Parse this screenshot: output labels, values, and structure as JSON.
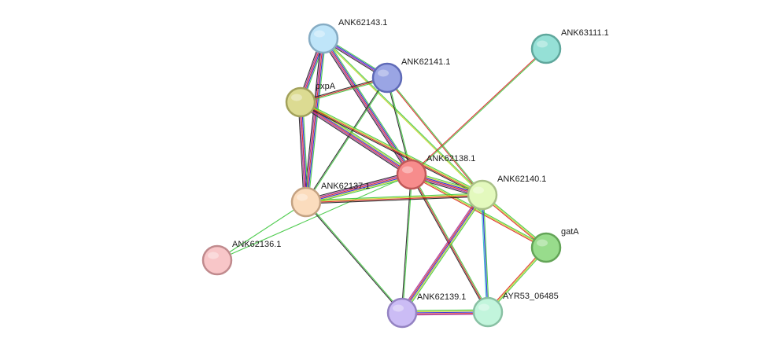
{
  "network": {
    "nodes": [
      {
        "id": "ANK62143.1",
        "label": "ANK62143.1",
        "fill": "#bfe5f9",
        "stroke": "#86acc4"
      },
      {
        "id": "ANK62141.1",
        "label": "ANK62141.1",
        "fill": "#9aa5e4",
        "stroke": "#5f6ab7"
      },
      {
        "id": "ANK63111.1",
        "label": "ANK63111.1",
        "fill": "#95e0d6",
        "stroke": "#5fa79c"
      },
      {
        "id": "pxpA",
        "label": "pxpA",
        "fill": "#dcdb92",
        "stroke": "#a2a15a"
      },
      {
        "id": "ANK62138.1",
        "label": "ANK62138.1",
        "fill": "#f78c8c",
        "stroke": "#c05858"
      },
      {
        "id": "ANK62140.1",
        "label": "ANK62140.1",
        "fill": "#e3f9bd",
        "stroke": "#a9c088"
      },
      {
        "id": "ANK62137.1",
        "label": "ANK62137.1",
        "fill": "#fbdcbd",
        "stroke": "#c4a282"
      },
      {
        "id": "ANK62136.1",
        "label": "ANK62136.1",
        "fill": "#f8c6c8",
        "stroke": "#c08a8d"
      },
      {
        "id": "gatA",
        "label": "gatA",
        "fill": "#98dc8c",
        "stroke": "#63a457"
      },
      {
        "id": "ANK62139.1",
        "label": "ANK62139.1",
        "fill": "#cbbcf5",
        "stroke": "#9483c2"
      },
      {
        "id": "AYR53_06485",
        "label": "AYR53_06485",
        "fill": "#c2f5dc",
        "stroke": "#88c0a3"
      }
    ],
    "edges": [
      {
        "source": "ANK62143.1",
        "target": "pxpA",
        "colors": [
          "#3ec63e",
          "#1e1ed8",
          "#d82020",
          "#a02ca0",
          "#202020"
        ]
      },
      {
        "source": "ANK62143.1",
        "target": "ANK62141.1",
        "colors": [
          "#3ec63e",
          "#1e1ed8",
          "#a02ca0",
          "#202020"
        ]
      },
      {
        "source": "ANK62143.1",
        "target": "ANK62137.1",
        "colors": [
          "#3ec63e",
          "#1e1ed8",
          "#d82020",
          "#a02ca0",
          "#202020"
        ]
      },
      {
        "source": "ANK62143.1",
        "target": "ANK62138.1",
        "colors": [
          "#3ec63e",
          "#1e1ed8",
          "#d82020",
          "#a02ca0",
          "#202020"
        ]
      },
      {
        "source": "ANK62143.1",
        "target": "ANK62140.1",
        "colors": [
          "#3ec63e",
          "#c4d21e"
        ]
      },
      {
        "source": "ANK62141.1",
        "target": "pxpA",
        "colors": [
          "#3ec63e",
          "#d82020",
          "#202020"
        ]
      },
      {
        "source": "ANK62141.1",
        "target": "ANK62137.1",
        "colors": [
          "#3ec63e",
          "#202020"
        ]
      },
      {
        "source": "ANK62141.1",
        "target": "ANK62138.1",
        "colors": [
          "#3ec63e",
          "#202020"
        ]
      },
      {
        "source": "ANK62141.1",
        "target": "ANK62140.1",
        "colors": [
          "#3ec63e",
          "#d82020"
        ]
      },
      {
        "source": "pxpA",
        "target": "ANK62137.1",
        "colors": [
          "#3ec63e",
          "#1e1ed8",
          "#d82020",
          "#a02ca0",
          "#202020"
        ]
      },
      {
        "source": "pxpA",
        "target": "ANK62138.1",
        "colors": [
          "#3ec63e",
          "#c4d21e",
          "#1e1ed8",
          "#d82020",
          "#a02ca0",
          "#202020"
        ]
      },
      {
        "source": "pxpA",
        "target": "ANK62140.1",
        "colors": [
          "#3ec63e",
          "#c4d21e",
          "#d82020",
          "#202020"
        ]
      },
      {
        "source": "ANK63111.1",
        "target": "ANK62138.1",
        "colors": [
          "#3ec63e",
          "#d82020"
        ]
      },
      {
        "source": "ANK62138.1",
        "target": "ANK62137.1",
        "colors": [
          "#3ec63e",
          "#c4d21e",
          "#1e1ed8",
          "#d82020",
          "#a02ca0",
          "#202020"
        ]
      },
      {
        "source": "ANK62138.1",
        "target": "ANK62140.1",
        "colors": [
          "#3ec63e",
          "#c4d21e",
          "#1e1ed8",
          "#d82020",
          "#a02ca0",
          "#202020"
        ]
      },
      {
        "source": "ANK62138.1",
        "target": "gatA",
        "colors": [
          "#3ec63e",
          "#c4d21e",
          "#d82020"
        ]
      },
      {
        "source": "ANK62138.1",
        "target": "ANK62139.1",
        "colors": [
          "#3ec63e",
          "#202020"
        ]
      },
      {
        "source": "ANK62138.1",
        "target": "AYR53_06485",
        "colors": [
          "#3ec63e",
          "#d82020",
          "#202020"
        ]
      },
      {
        "source": "ANK62138.1",
        "target": "ANK62136.1",
        "colors": [
          "#3ec63e"
        ]
      },
      {
        "source": "ANK62137.1",
        "target": "ANK62140.1",
        "colors": [
          "#3ec63e",
          "#c4d21e",
          "#d82020",
          "#202020"
        ]
      },
      {
        "source": "ANK62137.1",
        "target": "ANK62136.1",
        "colors": [
          "#3ec63e"
        ]
      },
      {
        "source": "ANK62137.1",
        "target": "ANK62139.1",
        "colors": [
          "#3ec63e",
          "#202020"
        ]
      },
      {
        "source": "ANK62140.1",
        "target": "gatA",
        "colors": [
          "#3ec63e",
          "#c4d21e",
          "#d82020"
        ]
      },
      {
        "source": "ANK62140.1",
        "target": "ANK62139.1",
        "colors": [
          "#3ec63e",
          "#c4d21e",
          "#1e1ed8",
          "#d82020",
          "#a02ca0"
        ]
      },
      {
        "source": "ANK62140.1",
        "target": "AYR53_06485",
        "colors": [
          "#3ec63e",
          "#1e1ed8",
          "#26b7c8"
        ]
      },
      {
        "source": "gatA",
        "target": "AYR53_06485",
        "colors": [
          "#3ec63e",
          "#c4d21e",
          "#d82020"
        ]
      },
      {
        "source": "ANK62139.1",
        "target": "AYR53_06485",
        "colors": [
          "#3ec63e",
          "#c4d21e",
          "#1e1ed8",
          "#d82020",
          "#a02ca0"
        ]
      }
    ]
  }
}
